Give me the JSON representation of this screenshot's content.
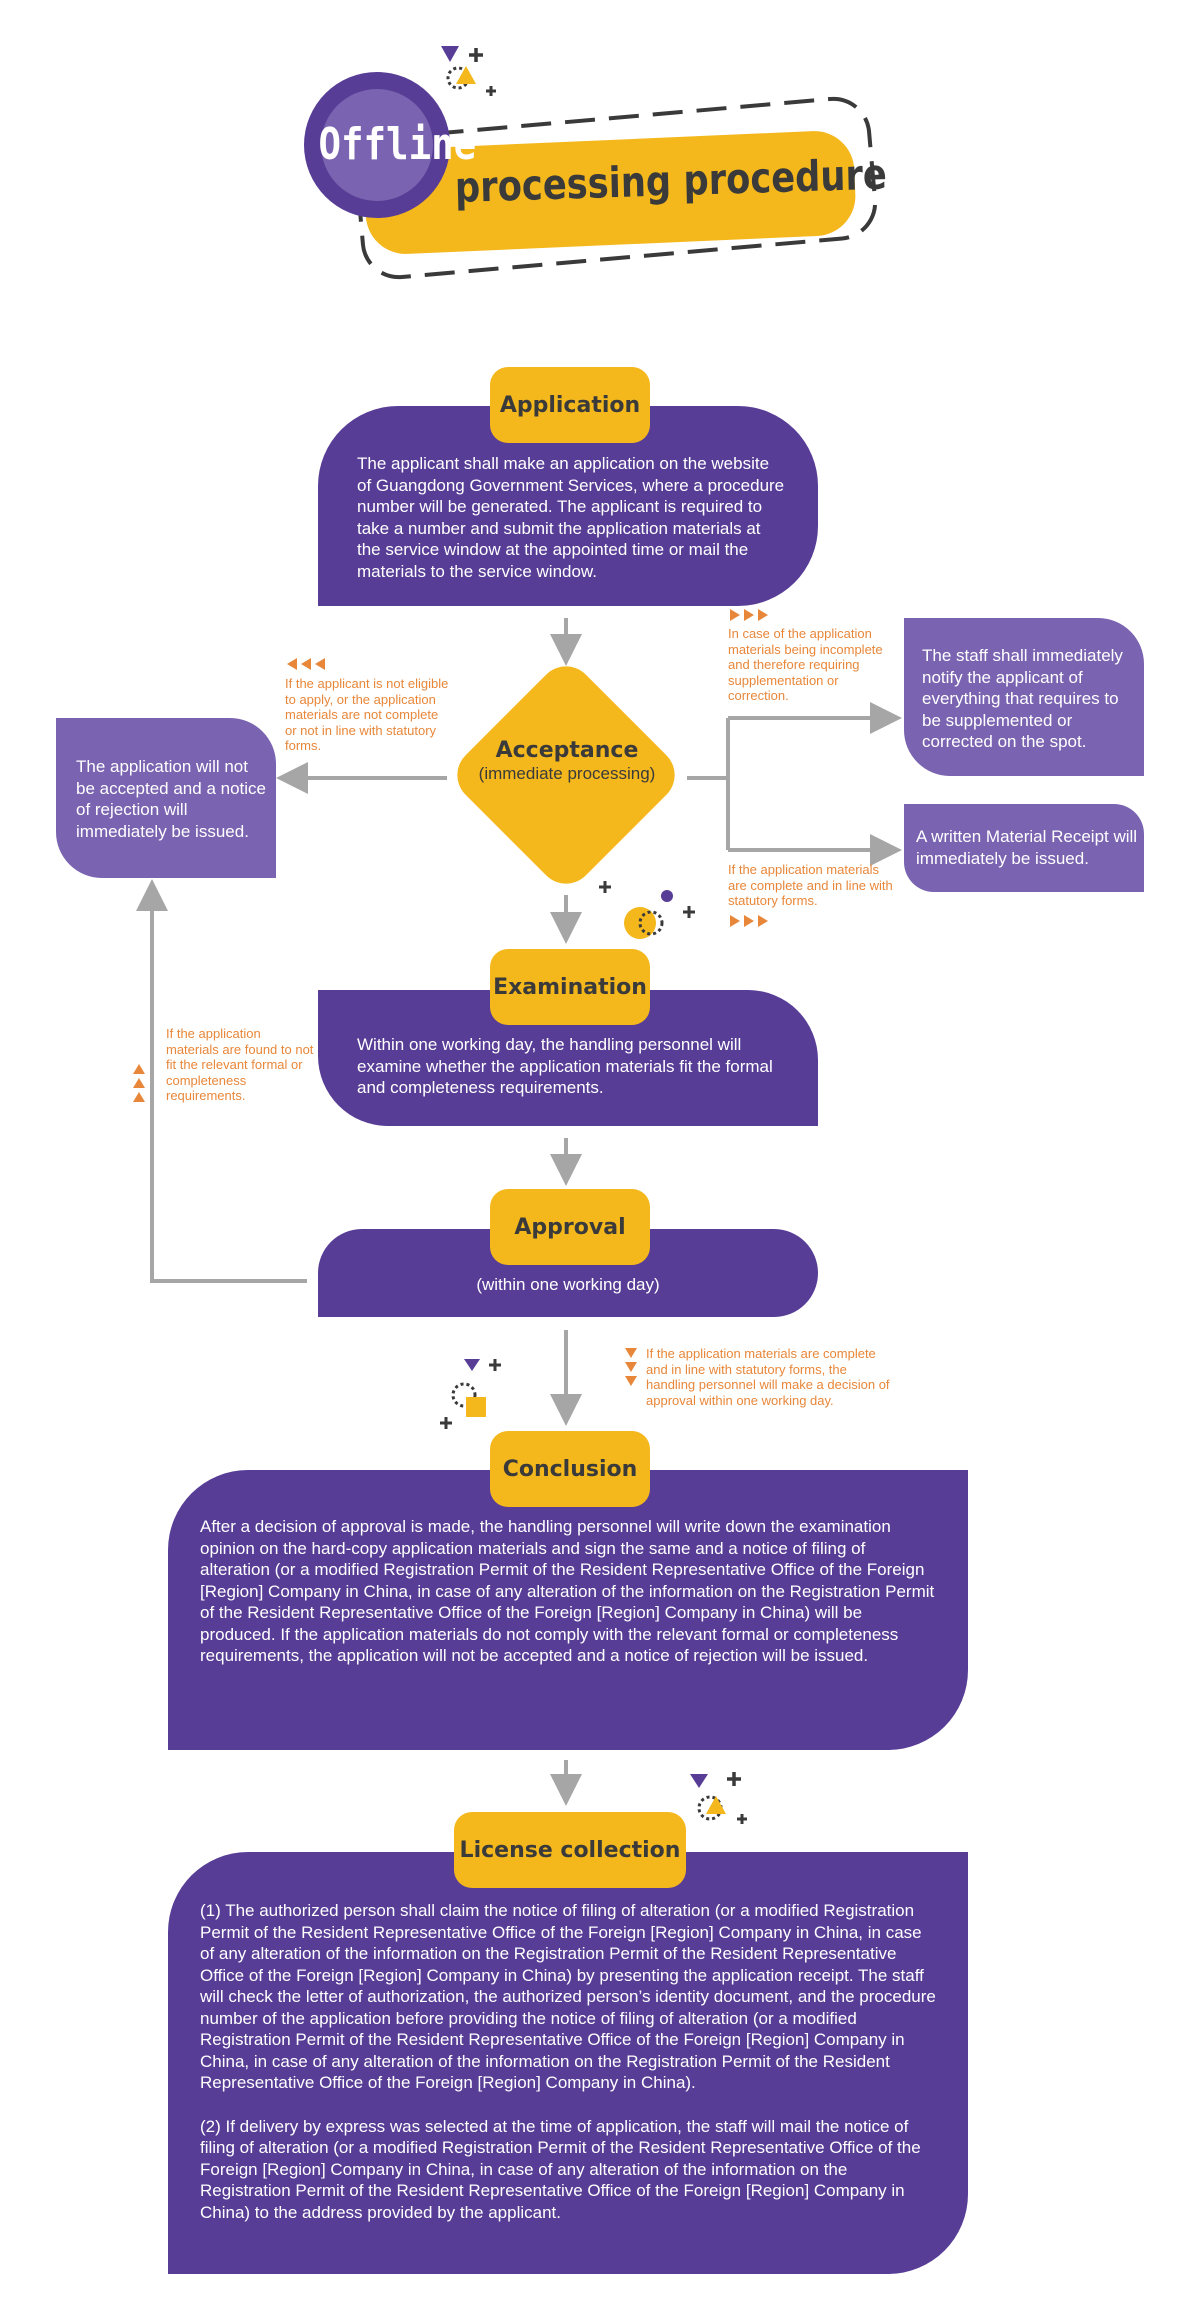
{
  "title": {
    "word1": "Offline",
    "word2": "processing procedure"
  },
  "steps": {
    "application": {
      "label": "Application",
      "text": "The applicant shall make an application on the website of Guangdong Government Services, where a procedure number will be generated. The applicant is required to take a number and submit the application materials at the service window at the appointed time or mail the materials to the service window."
    },
    "acceptance": {
      "label": "Acceptance",
      "sublabel": "(immediate processing)"
    },
    "examination": {
      "label": "Examination",
      "text": "Within one working day, the handling personnel will examine whether the application materials fit the formal and completeness requirements."
    },
    "approval": {
      "label": "Approval",
      "text": "(within one working day)"
    },
    "conclusion": {
      "label": "Conclusion",
      "text": "After a decision of approval is made, the handling personnel will write down the examination opinion on the hard-copy application materials and sign the same and a notice of filing of alteration (or a modified Registration Permit of the Resident Representative Office of the Foreign [Region] Company in China, in case of any alteration of the information on the Registration Permit of the Resident Representative Office of the Foreign [Region] Company in China) will be produced. If the application materials do not comply with the relevant formal or completeness requirements, the application will not be accepted and a notice of rejection will be issued."
    },
    "license": {
      "label": "License collection",
      "para1": "(1) The authorized person shall claim the notice of filing of alteration (or a modified Registration Permit of the Resident Representative Office of the Foreign [Region] Company in China, in case of any alteration of the information on the Registration Permit of the Resident Representative Office of the Foreign [Region] Company in China) by presenting the application receipt. The staff will check the letter of authorization, the authorized person’s identity document, and the procedure number of the application before providing the notice of filing of alteration (or a modified Registration Permit of the Resident Representative Office of the Foreign [Region] Company in China, in case of any alteration of the information on the Registration Permit of the Resident Representative Office of the Foreign [Region] Company in China).",
      "para2": "(2) If delivery by express was selected at the time of application, the staff will mail the notice of filing of alteration (or a modified Registration Permit of the Resident Representative Office of the Foreign [Region] Company in China, in case of any alteration of the information on the Registration Permit of the Resident Representative Office of the Foreign [Region] Company in China) to the address provided by the applicant."
    }
  },
  "side_boxes": {
    "rejection": "The application will not be accepted and a notice of rejection will immediately be issued.",
    "supplement": "The staff shall immediately notify the applicant of everything that requires to be supplemented or corrected on the spot.",
    "receipt": "A written Material Receipt will immediately be issued."
  },
  "notes": {
    "not_eligible": "If the applicant is not eligible to apply, or the application materials are not complete or not in line with statutory forms.",
    "incomplete": "In case of the application materials being incomplete and therefore requiring supplementation or correction.",
    "complete": "If the application materials are complete and in line with statutory forms.",
    "not_fit": "If the application materials are found to not fit the relevant formal or completeness requirements.",
    "approval_decision": "If the application materials are complete and in line with statutory forms, the handling personnel will make a decision of approval within one working day."
  },
  "colors": {
    "purple": "#573d96",
    "lavender": "#7a63b0",
    "yellow": "#f4b81c",
    "orange": "#e8873a",
    "gray": "#a6a6a6",
    "dark": "#3a3a3a"
  },
  "icons": {
    "arrow": "arrow-down-icon",
    "note_marker": "triangle-marker-icon",
    "decoration": "geometric-shapes-icon"
  }
}
